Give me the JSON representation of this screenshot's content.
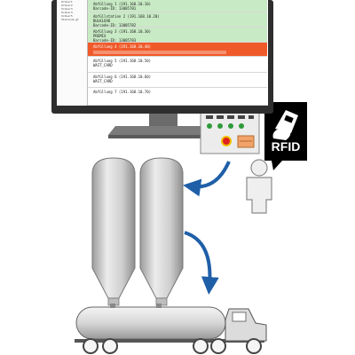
{
  "screen": {
    "tree_items": [
      "Ordner1",
      "Ordner2",
      "Ordner3",
      "Ordner4",
      "Ordner5",
      "Station2-gf"
    ],
    "entries": [
      {
        "status": "ok",
        "line1": "Abfüllung 1 (191.168.10.10)",
        "line2": "Barcode-ID: 13005781",
        "line3": ""
      },
      {
        "status": "ok",
        "line1": "Abfüllstation 2 (191.168.10.20)",
        "line2": "BULKLOAD",
        "line3": "Barcode-ID: 13005782"
      },
      {
        "status": "ok",
        "line1": "Abfüllung 3 (191.168.10.30)",
        "line2": "PREMIX",
        "line3": "Barcode-ID: 13005783"
      },
      {
        "status": "error",
        "line1": "Abfüllung 4 (191.168.10.40)",
        "line2": "",
        "line3": ""
      },
      {
        "status": "idle",
        "line1": "Abfüllung 5 (191.168.10.50)",
        "line2": "WAIT_CARD",
        "line3": ""
      },
      {
        "status": "idle",
        "line1": "Abfüllung 6 (191.168.10.60)",
        "line2": "WAIT_CARD",
        "line3": ""
      },
      {
        "status": "idle",
        "line1": "Abfüllung 7 (191.168.10.70)",
        "line2": "",
        "line3": ""
      }
    ]
  },
  "rfid": {
    "label": "RFID"
  },
  "colors": {
    "ok": "#c8eac4",
    "error": "#f05a2a",
    "arrow": "#1f5fa8",
    "silo": "#d0d0d0",
    "rfid_badge": "#000000"
  }
}
